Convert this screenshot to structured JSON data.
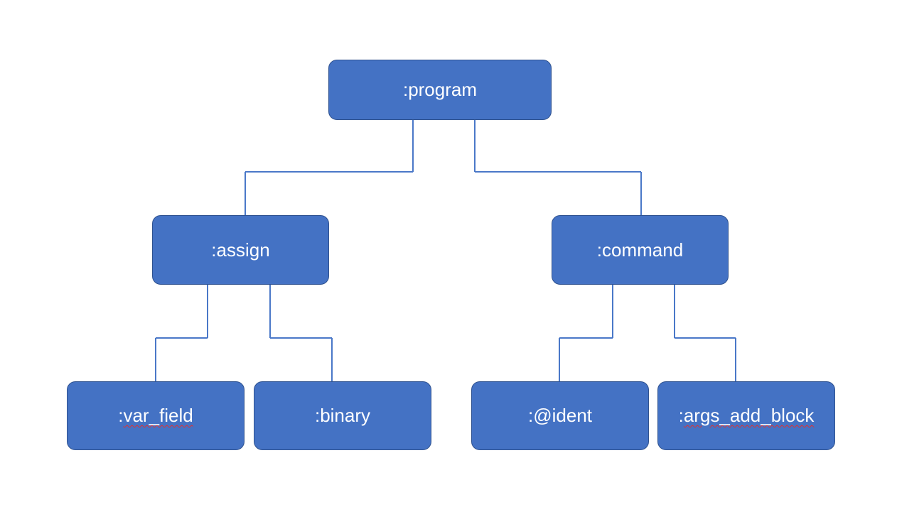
{
  "diagram": {
    "colors": {
      "node_fill": "#4472c4",
      "node_border": "#2f528f",
      "node_text": "#ffffff",
      "connector": "#4a78c8",
      "spellcheck_underline": "#e03131"
    },
    "nodes": {
      "program": {
        "label": ":program"
      },
      "assign": {
        "label": ":assign"
      },
      "command": {
        "label": ":command"
      },
      "var_field": {
        "prefix": ":",
        "word": "var_field"
      },
      "binary": {
        "label": ":binary"
      },
      "ident": {
        "label": ":@ident"
      },
      "args_add_block": {
        "prefix": ":",
        "word": "args_add_block"
      }
    },
    "edges": [
      {
        "from": "program",
        "to": "assign"
      },
      {
        "from": "program",
        "to": "command"
      },
      {
        "from": "assign",
        "to": "var_field"
      },
      {
        "from": "assign",
        "to": "binary"
      },
      {
        "from": "command",
        "to": "ident"
      },
      {
        "from": "command",
        "to": "args_add_block"
      }
    ]
  }
}
